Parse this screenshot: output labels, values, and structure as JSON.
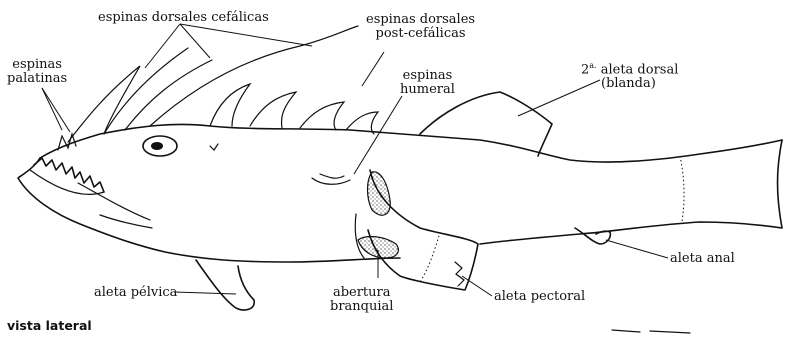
{
  "labels": {
    "espinas_dorsales_cefalicas": "espinas dorsales cefálicas",
    "espinas_dorsales_post_1": "espinas dorsales",
    "espinas_dorsales_post_2": "post-cefálicas",
    "espinas_palatinas_1": "espinas",
    "espinas_palatinas_2": "palatinas",
    "espinas_humeral_1": "espinas",
    "espinas_humeral_2": "humeral",
    "aleta_dorsal_2_num": "2",
    "aleta_dorsal_2_sup": "a.",
    "aleta_dorsal_2_rest": " aleta dorsal",
    "aleta_dorsal_2_line2": "(blanda)",
    "aleta_anal": "aleta anal",
    "aleta_pelvica": "aleta pélvica",
    "abertura_branquial_1": "abertura",
    "abertura_branquial_2": "branquial",
    "aleta_pectoral": "aleta pectoral"
  },
  "caption": "vista lateral"
}
